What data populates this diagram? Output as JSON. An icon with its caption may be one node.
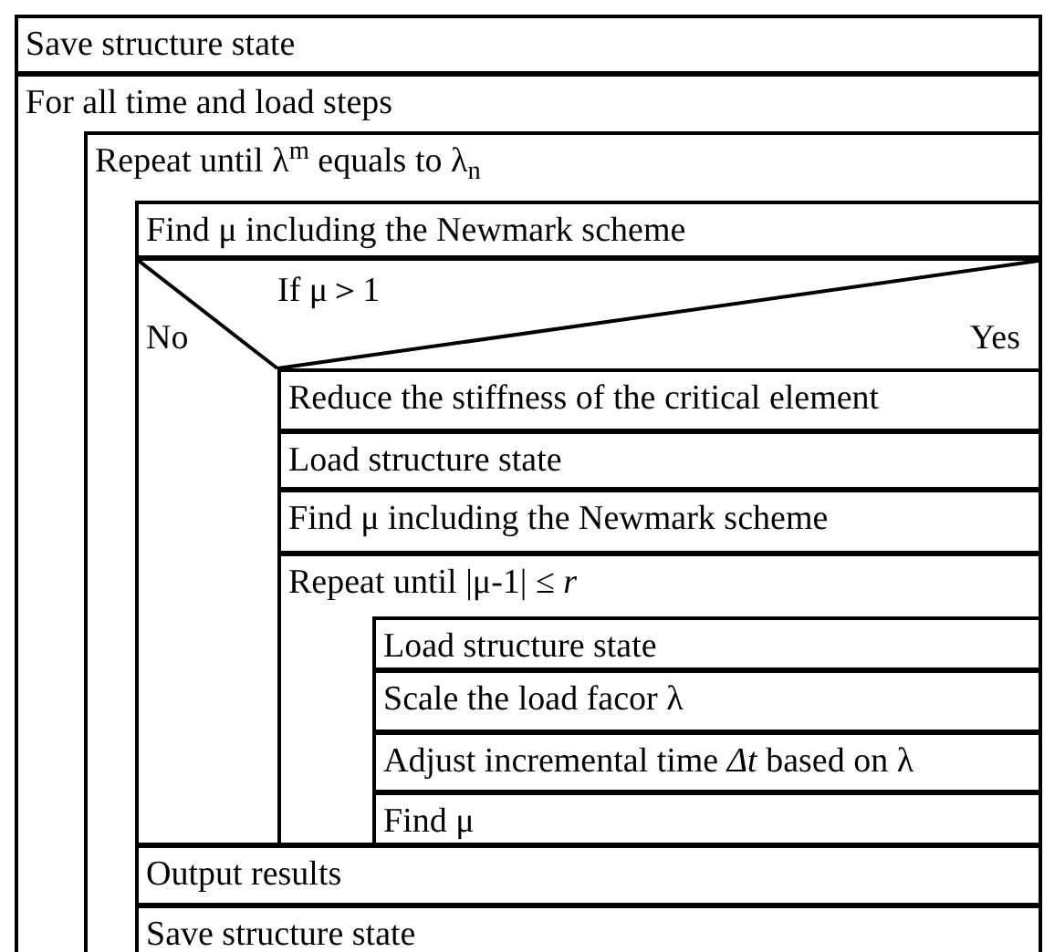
{
  "diagram": {
    "nodes": [
      {
        "text": [
          "Save structure state"
        ]
      },
      {
        "text": [
          "For all time and load steps"
        ]
      },
      {
        "text": [
          "Repeat until  λ$^{m}$ equals to λ$_{n}$"
        ],
        "in": 1
      },
      {
        "text": [
          "Find μ including the Newmark scheme"
        ],
        "in": 2
      },
      {
        "text": [
          "If μ＞1",
          "No",
          "Yes"
        ],
        "in": 2
      },
      {
        "text": [
          "Reduce the stiffness of the critical element"
        ],
        "in": 4
      },
      {
        "text": [
          "Load structure state"
        ],
        "in": 4
      },
      {
        "text": [
          "Find μ including the Newmark scheme"
        ],
        "in": 4
      },
      {
        "text": [
          "Repeat until |μ-1| ≤ *r*"
        ],
        "in": 4
      },
      {
        "text": [
          "Load structure state"
        ],
        "in": 8
      },
      {
        "text": [
          "Scale the load facor λ"
        ],
        "in": 8
      },
      {
        "text": [
          "Adjust incremental time *Δt* based on λ"
        ],
        "in": 8
      },
      {
        "text": [
          "Find μ"
        ],
        "in": 8
      },
      {
        "text": [
          "Output results"
        ],
        "in": 2
      },
      {
        "text": [
          "Save structure state"
        ],
        "in": 2
      }
    ]
  }
}
